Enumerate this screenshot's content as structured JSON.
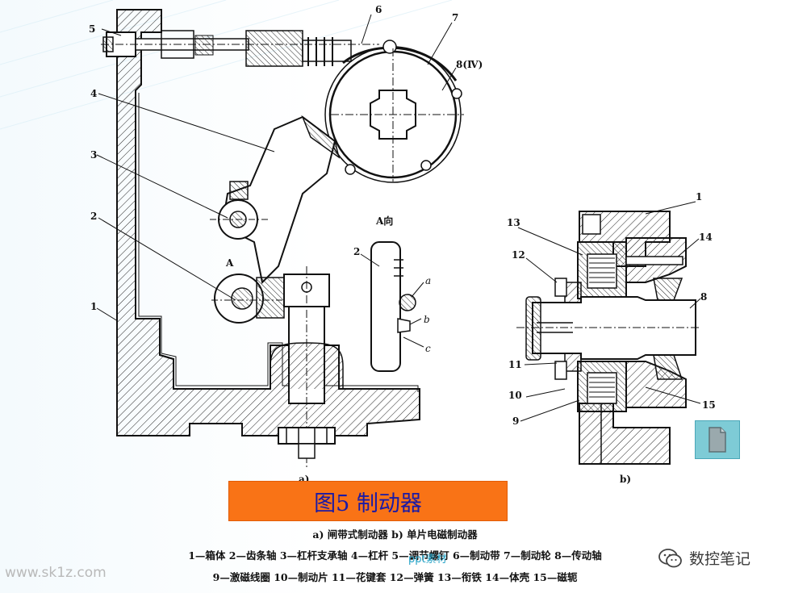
{
  "title": "图5 制动器",
  "caption_types": "a) 闸带式制动器      b) 单片电磁制动器",
  "legend_line1": "1—箱体   2—齿条轴   3—杠杆支承轴   4—杠杆   5—调节螺钉   6—制动带   7—制动轮   8—传动轴",
  "legend_line2": "9—激磁线圈   10—制动片   11—花键套   12—弹簧   13—衔铁   14—体壳   15—磁轭",
  "watermark": "www.sk1z.com",
  "overlay_label": "ppt素材",
  "brand": "数控笔记",
  "fig_a": {
    "labels": [
      "5",
      "6",
      "7",
      "8(Ⅳ)",
      "4",
      "3",
      "2",
      "1",
      "A"
    ],
    "view_title": "A向",
    "view_labels": [
      "2",
      "a",
      "b",
      "c"
    ],
    "sub_caption": "a)"
  },
  "fig_b": {
    "labels": [
      "1",
      "14",
      "13",
      "12",
      "8",
      "11",
      "10",
      "9",
      "15"
    ],
    "sub_caption": "b)"
  },
  "icons": {
    "doc": "document-icon",
    "wechat": "wechat-icon"
  },
  "colors": {
    "title_bg": "#f97316",
    "title_text": "#1a1aa6",
    "doc_btn": "#7ecbd6"
  }
}
